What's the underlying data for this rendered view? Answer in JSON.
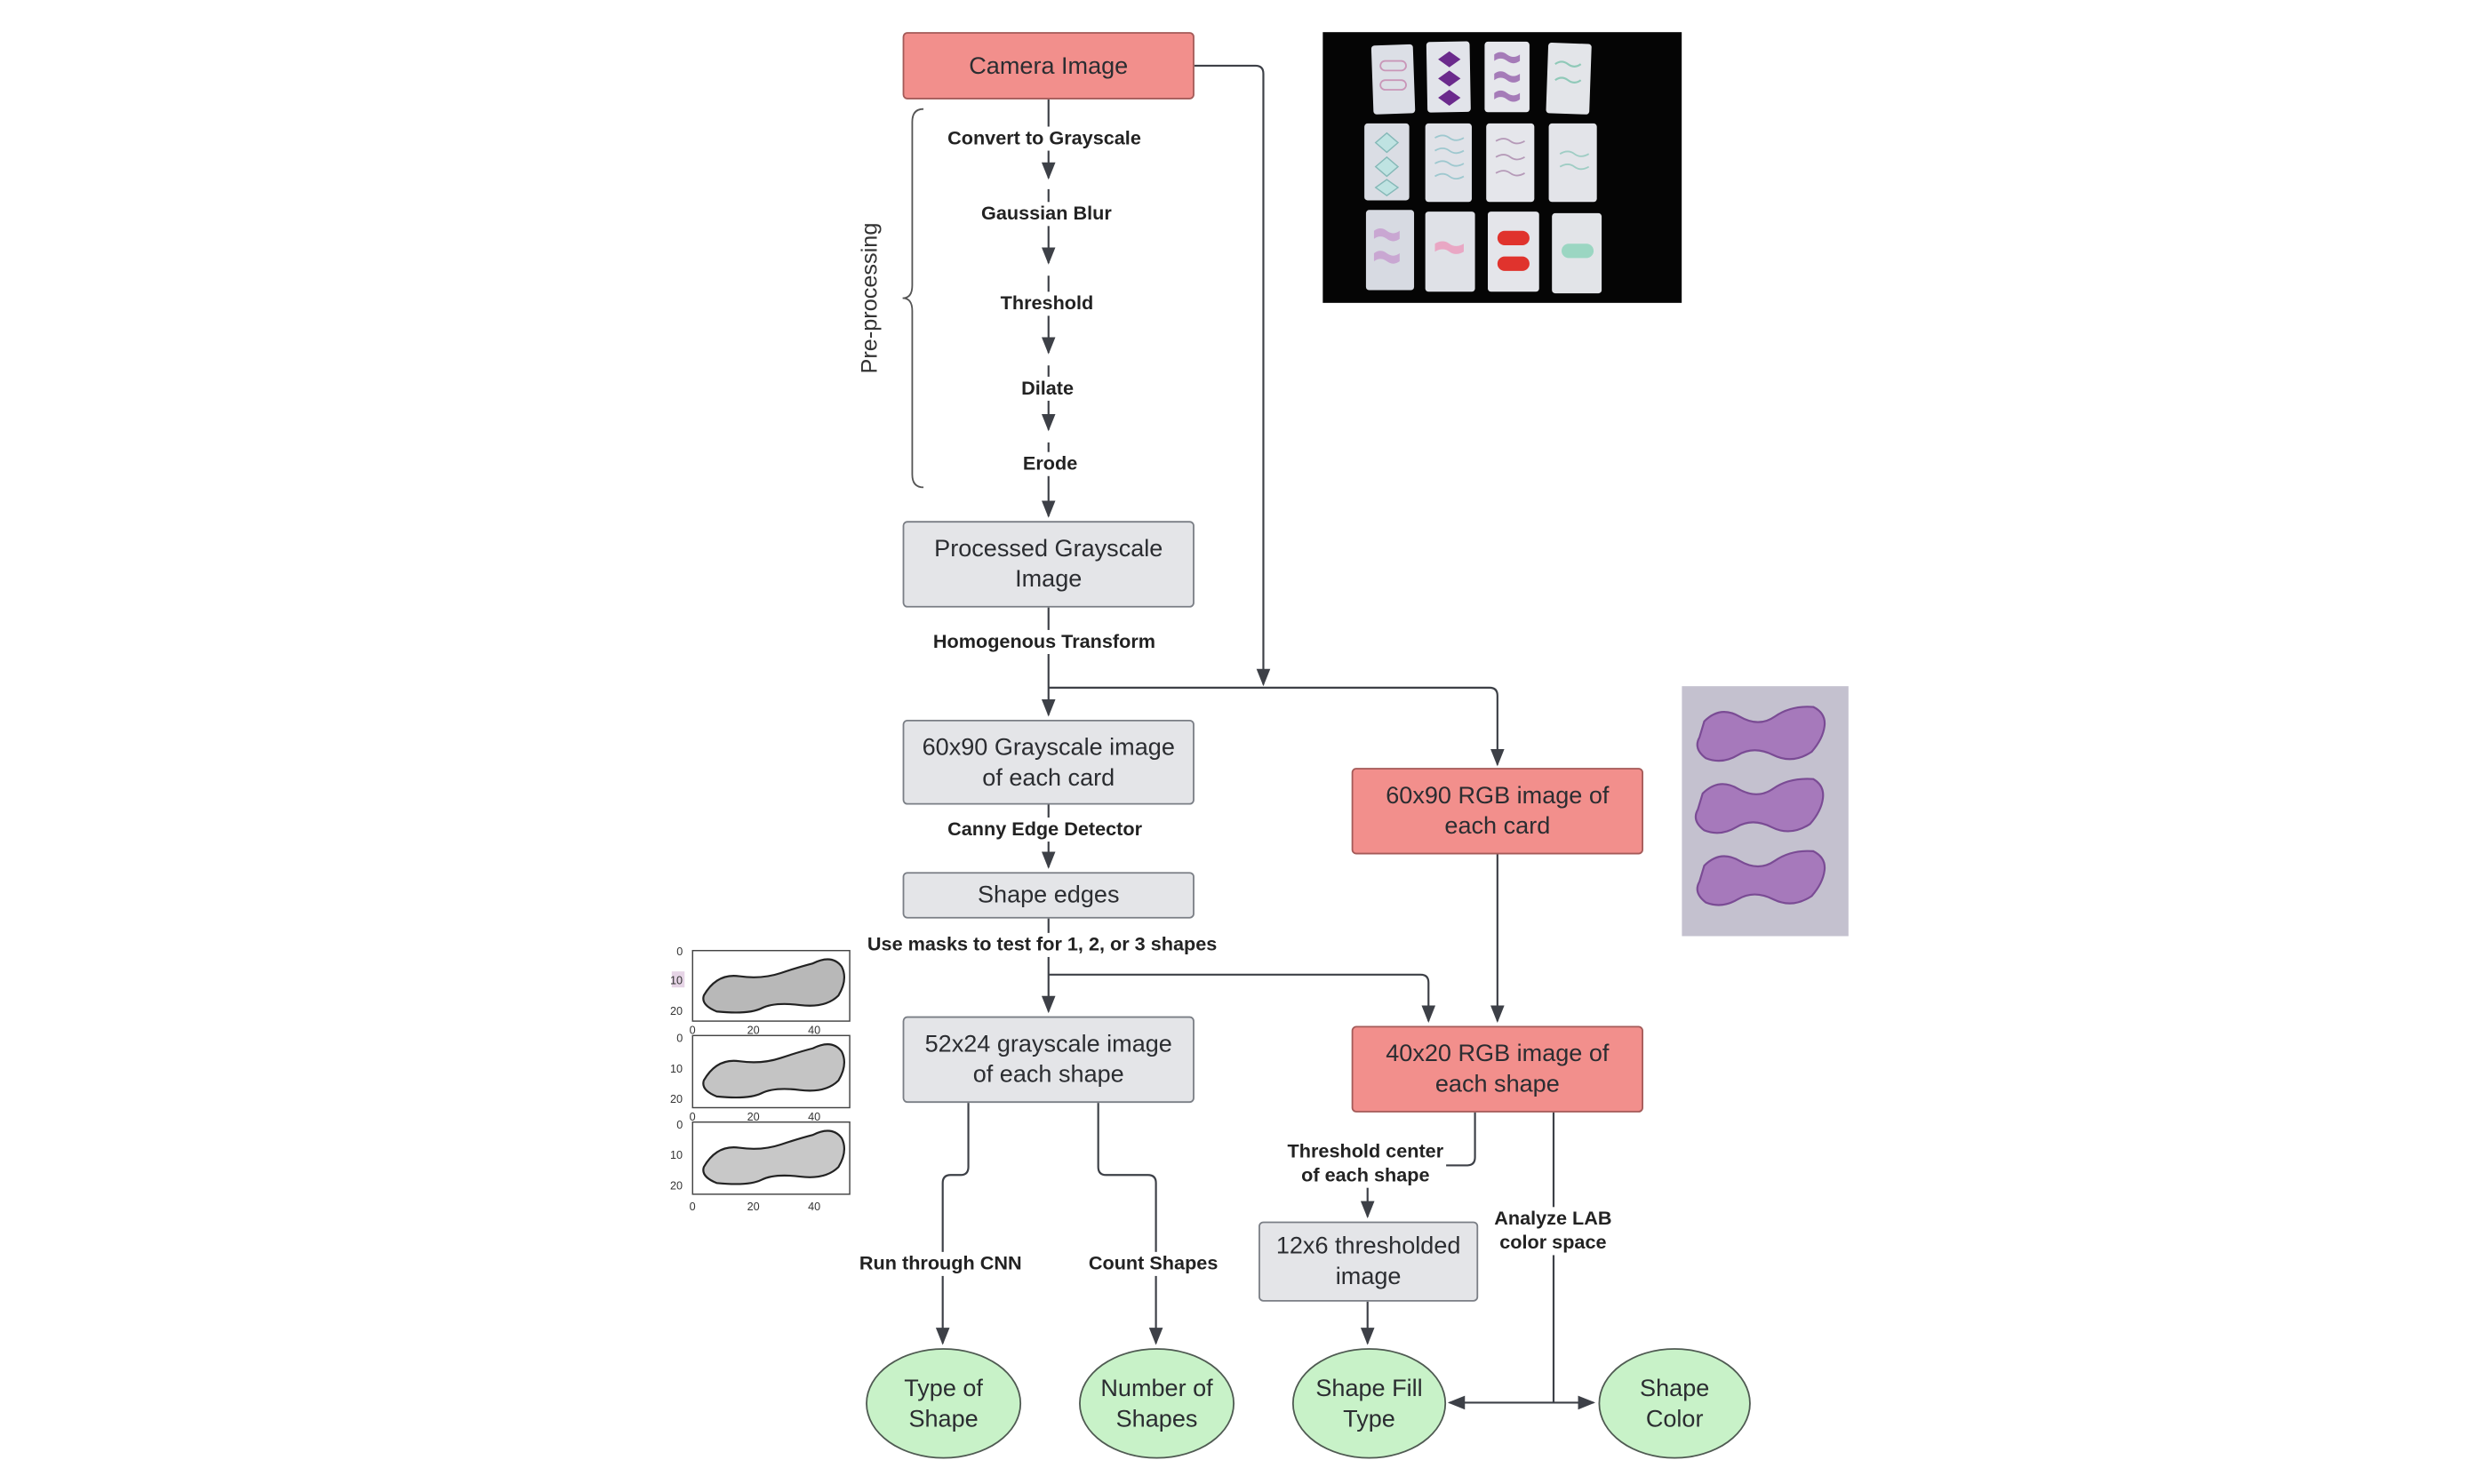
{
  "nodes": {
    "camera": "Camera Image",
    "processed_line1": "Processed Grayscale",
    "processed_line2": "Image",
    "gray_card_line1": "60x90 Grayscale image",
    "gray_card_line2": "of each card",
    "rgb_card_line1": "60x90 RGB image of",
    "rgb_card_line2": "each card",
    "shape_edges": "Shape edges",
    "gray_shape_line1": "52x24 grayscale image",
    "gray_shape_line2": "of each shape",
    "rgb_shape_line1": "40x20 RGB image of",
    "rgb_shape_line2": "each shape",
    "thresh_line1": "12x6 thresholded",
    "thresh_line2": "image"
  },
  "outputs": {
    "type_line1": "Type of",
    "type_line2": "Shape",
    "number_line1": "Number of",
    "number_line2": "Shapes",
    "fill_line1": "Shape Fill",
    "fill_line2": "Type",
    "color_line1": "Shape",
    "color_line2": "Color"
  },
  "edge_labels": {
    "grayscale": "Convert to Grayscale",
    "blur": "Gaussian Blur",
    "threshold": "Threshold",
    "dilate": "Dilate",
    "erode": "Erode",
    "homogenous": "Homogenous Transform",
    "canny": "Canny Edge Detector",
    "masks": "Use masks to test for 1, 2, or 3 shapes",
    "cnn": "Run through CNN",
    "count": "Count Shapes",
    "thresh_center_line1": "Threshold center",
    "thresh_center_line2": "of each shape",
    "lab_line1": "Analyze LAB",
    "lab_line2": "color space"
  },
  "group_label": "Pre-processing",
  "plot_ticks": {
    "y": [
      "0",
      "10",
      "20"
    ],
    "x": [
      "0",
      "20",
      "40"
    ]
  },
  "colors": {
    "input_box": "#f28f8c",
    "intermediate_box": "#e4e5e8",
    "output_oval": "#c8f2c8",
    "arrow": "#3d4047"
  }
}
